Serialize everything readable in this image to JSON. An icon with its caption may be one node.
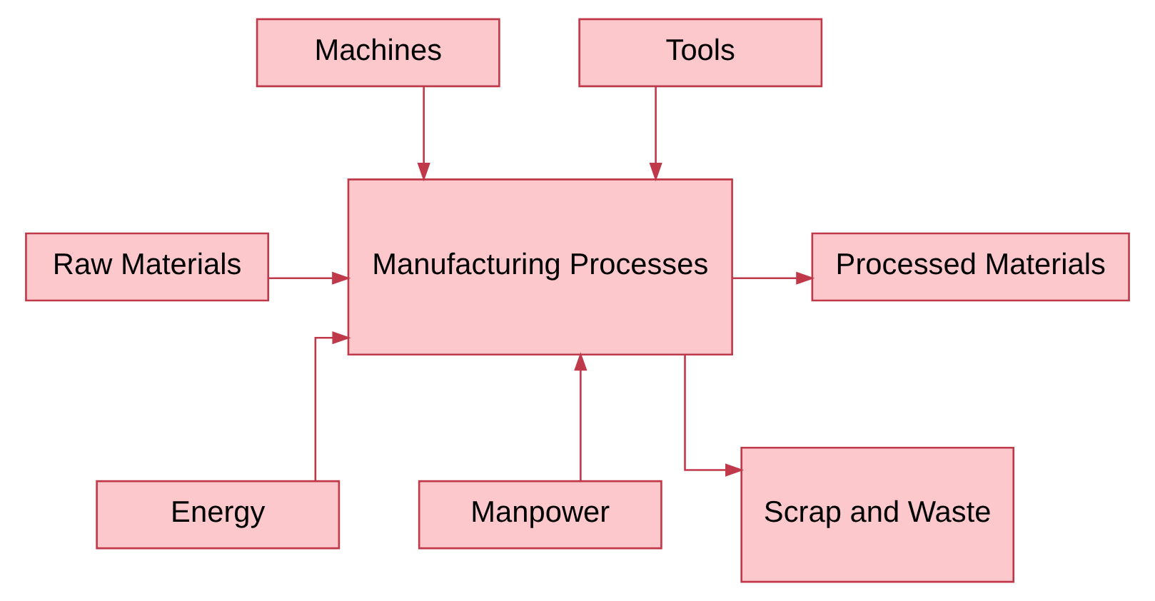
{
  "diagram": {
    "nodes": [
      {
        "text": [
          "Machines"
        ]
      },
      {
        "text": [
          "Tools"
        ]
      },
      {
        "text": [
          "Raw Materials"
        ]
      },
      {
        "text": [
          "Manufacturing Processes"
        ]
      },
      {
        "text": [
          "Processed Materials"
        ]
      },
      {
        "text": [
          "Energy"
        ]
      },
      {
        "text": [
          "Manpower"
        ]
      },
      {
        "text": [
          "Scrap and Waste"
        ]
      }
    ],
    "edges": [
      {
        "from": 0,
        "to": 3,
        "arrow": "to"
      },
      {
        "from": 1,
        "to": 3,
        "arrow": "to"
      },
      {
        "from": 2,
        "to": 3,
        "arrow": "to"
      },
      {
        "from": 3,
        "to": 4,
        "arrow": "to"
      },
      {
        "from": 5,
        "to": 3,
        "arrow": "to"
      },
      {
        "from": 6,
        "to": 3,
        "arrow": "to"
      },
      {
        "from": 3,
        "to": 7,
        "arrow": "to"
      }
    ]
  }
}
